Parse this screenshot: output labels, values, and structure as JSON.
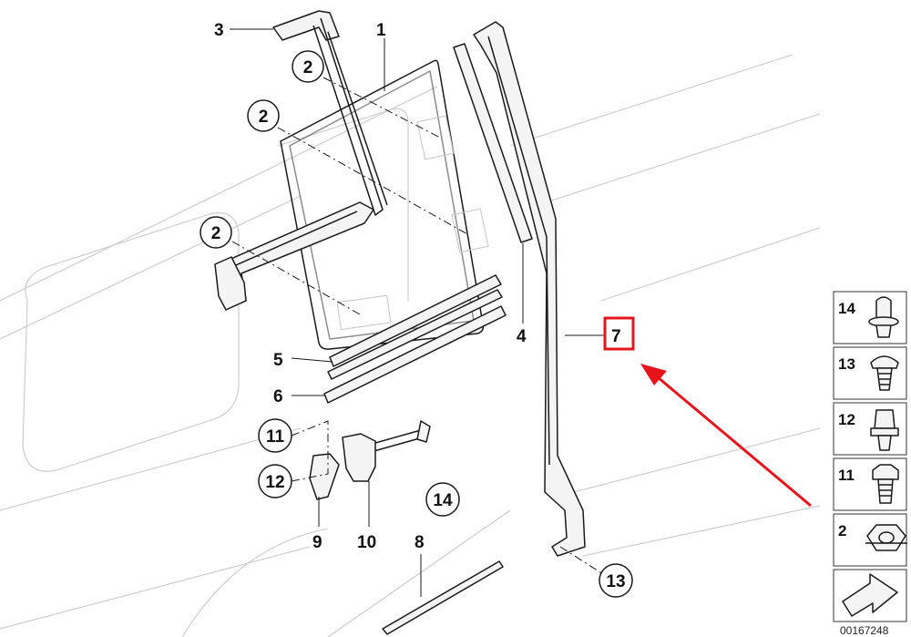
{
  "labels": {
    "p1": "1",
    "p2a": "2",
    "p2b": "2",
    "p2c": "2",
    "p3": "3",
    "p4": "4",
    "p5": "5",
    "p6": "6",
    "p7": "7",
    "p8": "8",
    "p9": "9",
    "p10": "10",
    "p11": "11",
    "p12": "12",
    "p13": "13",
    "p14": "14"
  },
  "legend": {
    "items": [
      "14",
      "13",
      "12",
      "11",
      "2"
    ]
  },
  "reference_number": "00167248",
  "colors": {
    "highlight": "#e8141c",
    "outline": "#1a1a1a",
    "background_lines": "#c9c9c9"
  }
}
